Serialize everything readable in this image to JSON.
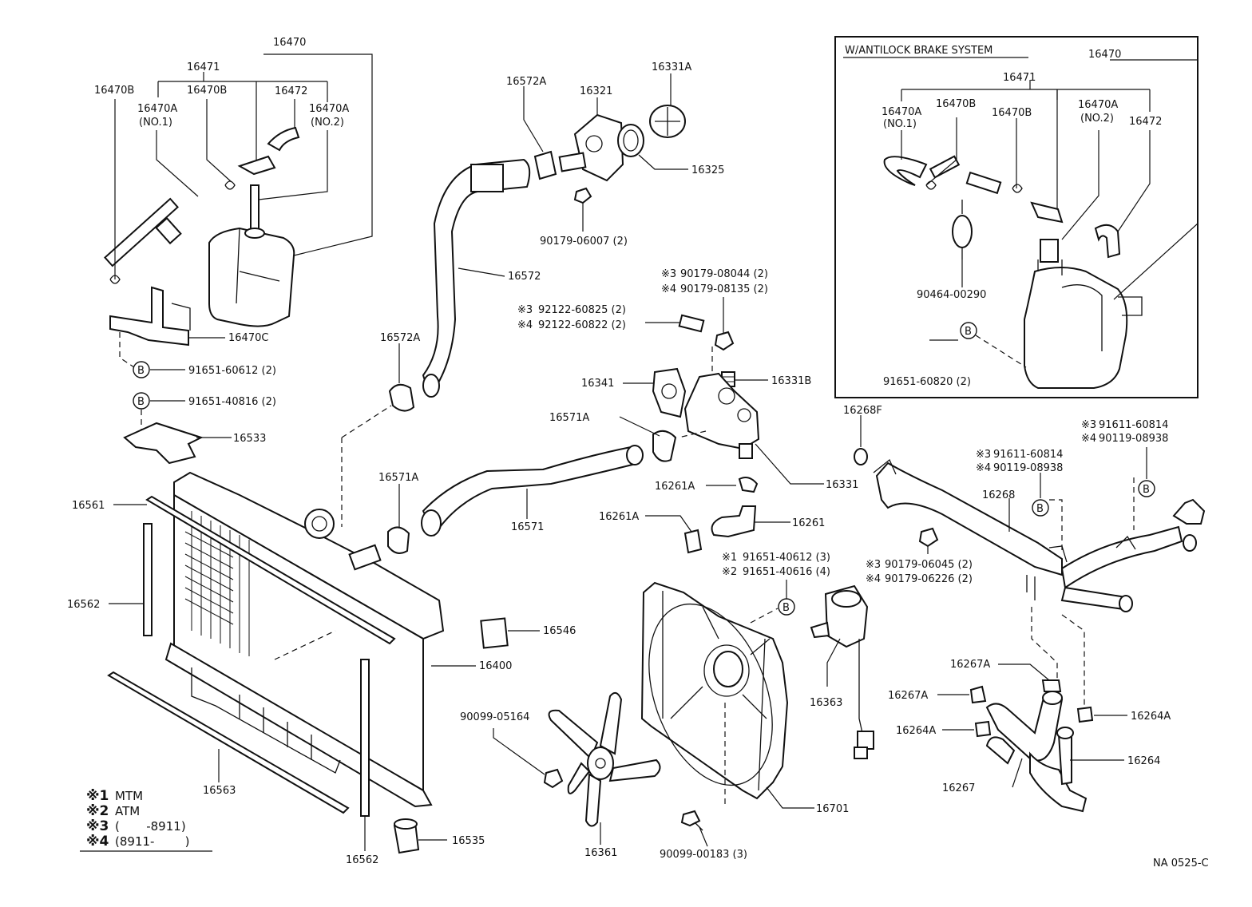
{
  "inset": {
    "title": "W/ANTILOCK BRAKE SYSTEM"
  },
  "labels": {
    "p16470": "16470",
    "p16471": "16471",
    "p16470B_a": "16470B",
    "p16470B_b": "16470B",
    "p16472": "16472",
    "p16470A_no1": "16470A",
    "p16470A_no1_sub": "(NO.1)",
    "p16470A_no2": "16470A",
    "p16470A_no2_sub": "(NO.2)",
    "p16470C": "16470C",
    "p91651_60612": "91651-60612 (2)",
    "p91651_40816": "91651-40816 (2)",
    "p16533": "16533",
    "p16561": "16561",
    "p16562_a": "16562",
    "p16562_b": "16562",
    "p16563": "16563",
    "p16400": "16400",
    "p16535": "16535",
    "p16546": "16546",
    "p16572A_a": "16572A",
    "p16572A_b": "16572A",
    "p16321": "16321",
    "p16331A": "16331A",
    "p16325": "16325",
    "p90179_06007": "90179-06007 (2)",
    "p16572": "16572",
    "p90179_08044": "90179-08044 (2)",
    "p90179_08135": "90179-08135 (2)",
    "p92122_60825": "92122-60825 (2)",
    "p92122_60822": "92122-60822 (2)",
    "p16341": "16341",
    "p16331B": "16331B",
    "p16571A_a": "16571A",
    "p16571A_b": "16571A",
    "p16571": "16571",
    "p16331": "16331",
    "p16261A_a": "16261A",
    "p16261A_b": "16261A",
    "p16261": "16261",
    "p91651_40612": "91651-40612 (3)",
    "p91651_40616": "91651-40616 (4)",
    "p90179_06045": "90179-06045 (2)",
    "p90179_06226": "90179-06226 (2)",
    "p16363": "16363",
    "p16268F": "16268F",
    "p16268": "16268",
    "p91611_60814_a": "91611-60814",
    "p90119_08938_a": "90119-08938",
    "p91611_60814_b": "91611-60814",
    "p90119_08938_b": "90119-08938",
    "p16267A_a": "16267A",
    "p16267A_b": "16267A",
    "p16264A_a": "16264A",
    "p16264A_b": "16264A",
    "p16267": "16267",
    "p16264": "16264",
    "p90099_05164": "90099-05164",
    "p16361": "16361",
    "p90099_00183": "90099-00183 (3)",
    "p16701": "16701",
    "i16470": "16470",
    "i16471": "16471",
    "i16470A_no1": "16470A",
    "i16470A_no1_sub": "(NO.1)",
    "i16470B_a": "16470B",
    "i16470B_b": "16470B",
    "i16470A_no2": "16470A",
    "i16470A_no2_sub": "(NO.2)",
    "i16472": "16472",
    "i90464_00290": "90464-00290",
    "i91651_60820": "91651-60820 (2)"
  },
  "markers": {
    "m1": "※1",
    "m2": "※2",
    "m3": "※3",
    "m4": "※4"
  },
  "callout": "B",
  "legend": [
    {
      "mark": "※1",
      "text": "MTM"
    },
    {
      "mark": "※2",
      "text": "ATM"
    },
    {
      "mark": "※3",
      "text": "(       -8911)"
    },
    {
      "mark": "※4",
      "text": "(8911-        )"
    }
  ],
  "figure_code": "NA 0525-C"
}
